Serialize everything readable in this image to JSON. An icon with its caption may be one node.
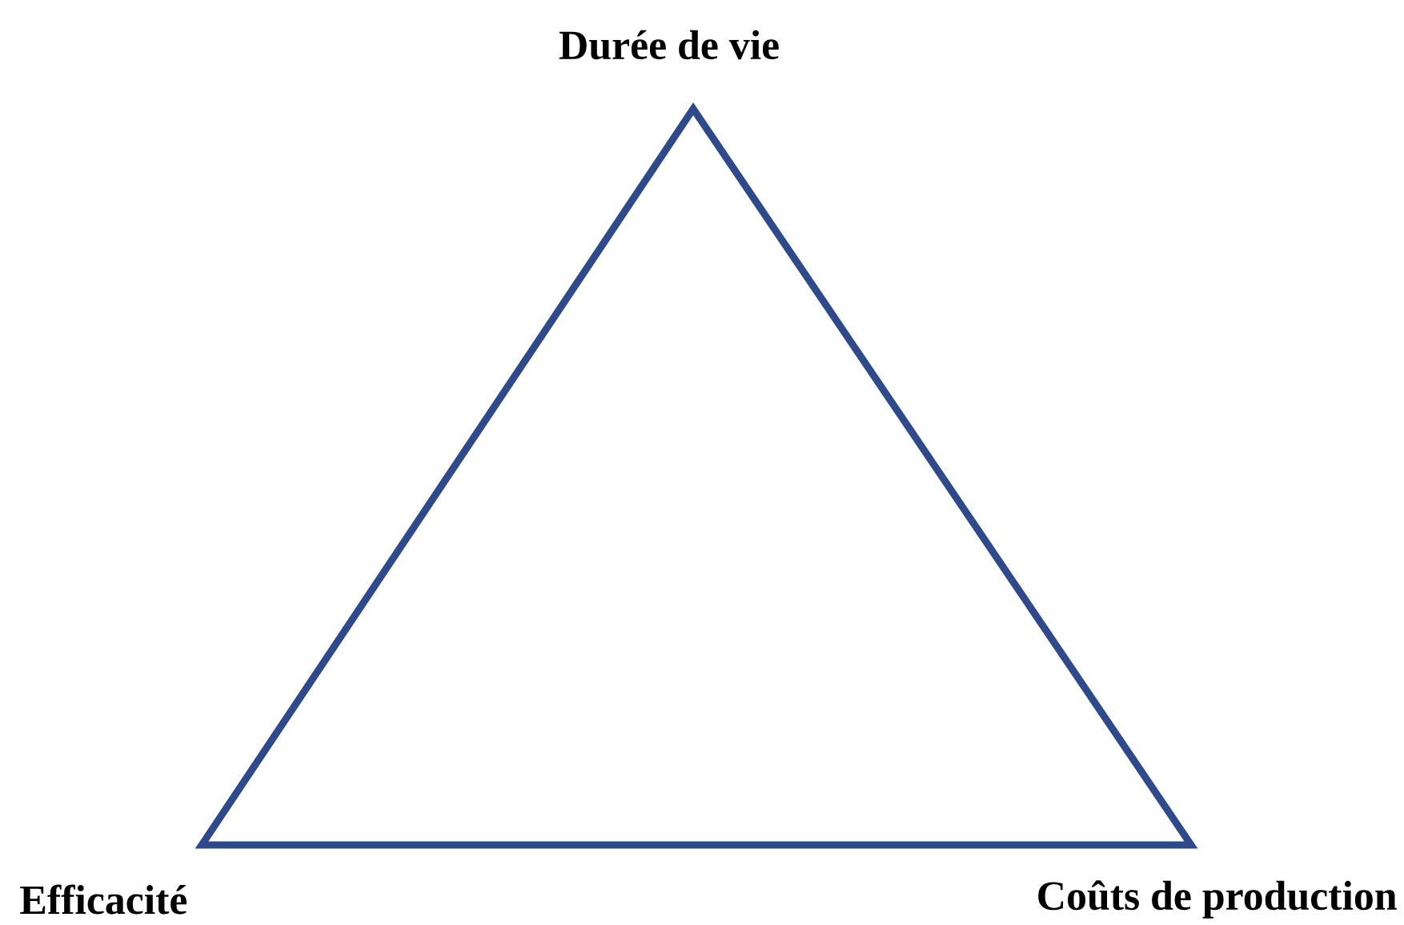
{
  "diagram": {
    "labels": [
      "Durée de vie",
      "Efficacité",
      "Coûts de production"
    ]
  }
}
